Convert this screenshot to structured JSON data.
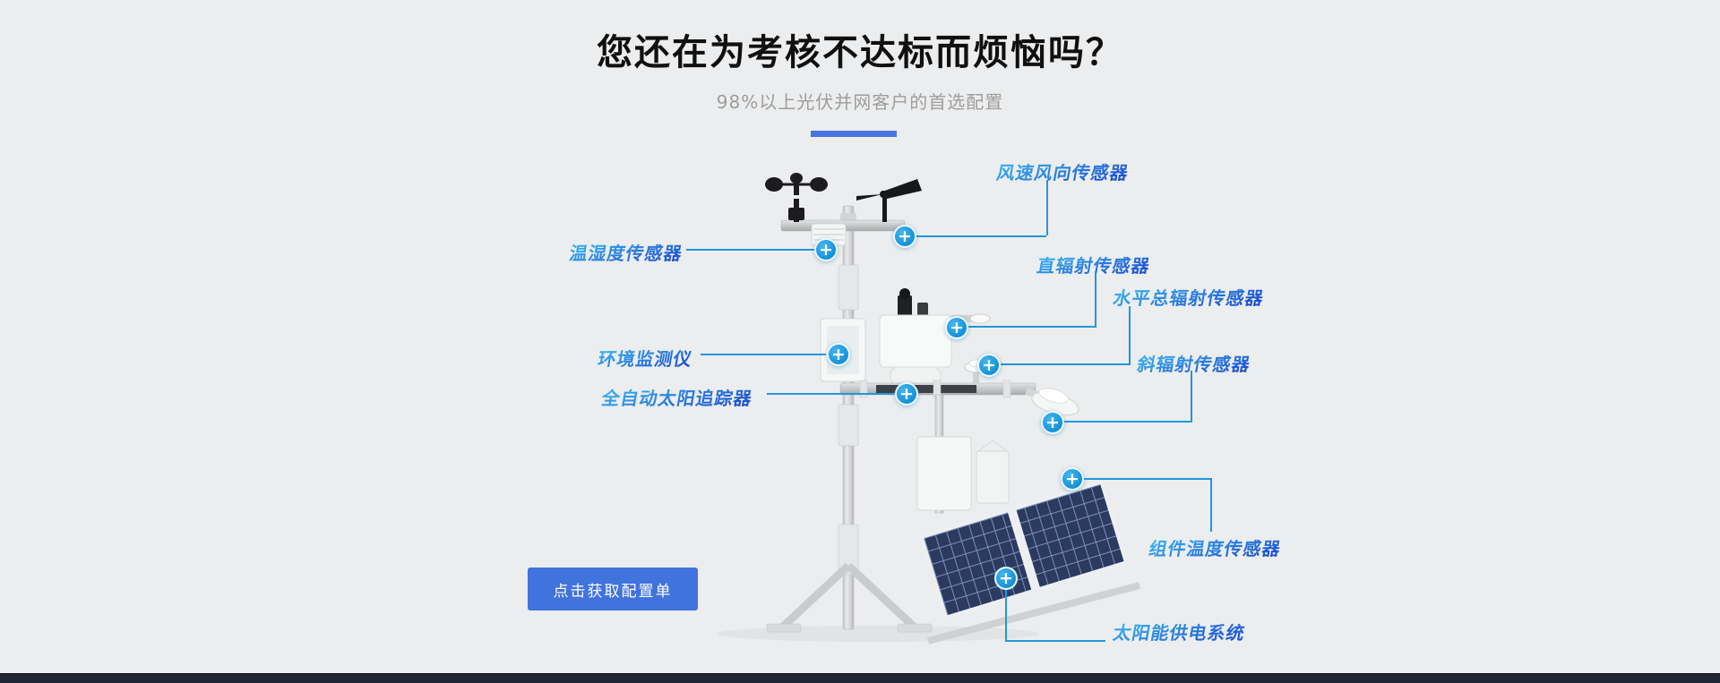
{
  "header": {
    "title": "您还在为考核不达标而烦恼吗？",
    "subtitle": "98%以上光伏并网客户的首选配置"
  },
  "callouts": [
    {
      "id": "wind-speed-direction-sensor",
      "label": "风速风向传感器"
    },
    {
      "id": "temperature-humidity-sensor",
      "label": "温湿度传感器"
    },
    {
      "id": "direct-radiation-sensor",
      "label": "直辐射传感器"
    },
    {
      "id": "horizontal-total-radiation-sensor",
      "label": "水平总辐射传感器"
    },
    {
      "id": "environment-monitor",
      "label": "环境监测仪"
    },
    {
      "id": "tilted-radiation-sensor",
      "label": "斜辐射传感器"
    },
    {
      "id": "auto-solar-tracker",
      "label": "全自动太阳追踪器"
    },
    {
      "id": "module-temperature-sensor",
      "label": "组件温度传感器"
    },
    {
      "id": "solar-power-supply-system",
      "label": "太阳能供电系统"
    }
  ],
  "cta": {
    "label": "点击获取配置单"
  },
  "icons": {
    "plus": "+"
  },
  "colors": {
    "background": "#ecedee",
    "accent_divider": "#4a73de",
    "label_gradient_start": "#38b2f2",
    "label_gradient_end": "#1b4fd1",
    "connector_line": "#2097de",
    "plus_marker": "#149be0",
    "cta_background": "#4173dc",
    "footer_bar": "#212633",
    "title_text": "#101010",
    "subtitle_text": "#9d9d9d"
  }
}
